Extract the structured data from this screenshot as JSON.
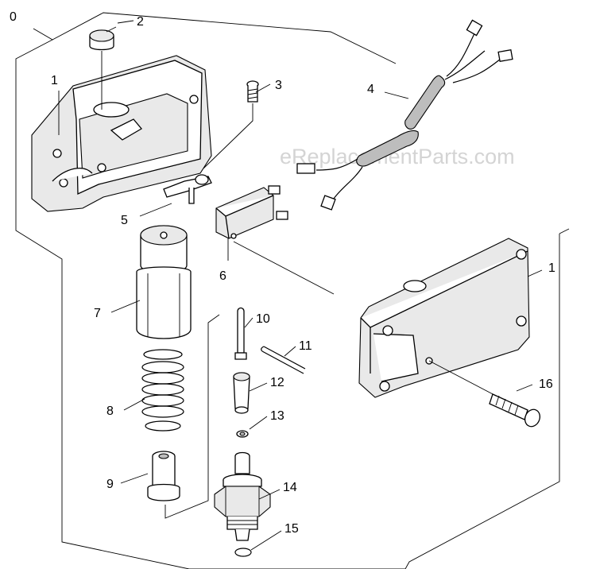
{
  "watermark": "eReplacementParts.com",
  "callouts": {
    "assembly": "0",
    "housing_top": "1",
    "cap": "2",
    "screw_small": "3",
    "cable": "4",
    "lever": "5",
    "micro_switch": "6",
    "sleeve": "7",
    "spring": "8",
    "bushing": "9",
    "pin": "10",
    "clip": "11",
    "piston": "12",
    "ring_small": "13",
    "fitting": "14",
    "o_ring": "15",
    "screw_long": "16",
    "housing_bottom": "1"
  }
}
